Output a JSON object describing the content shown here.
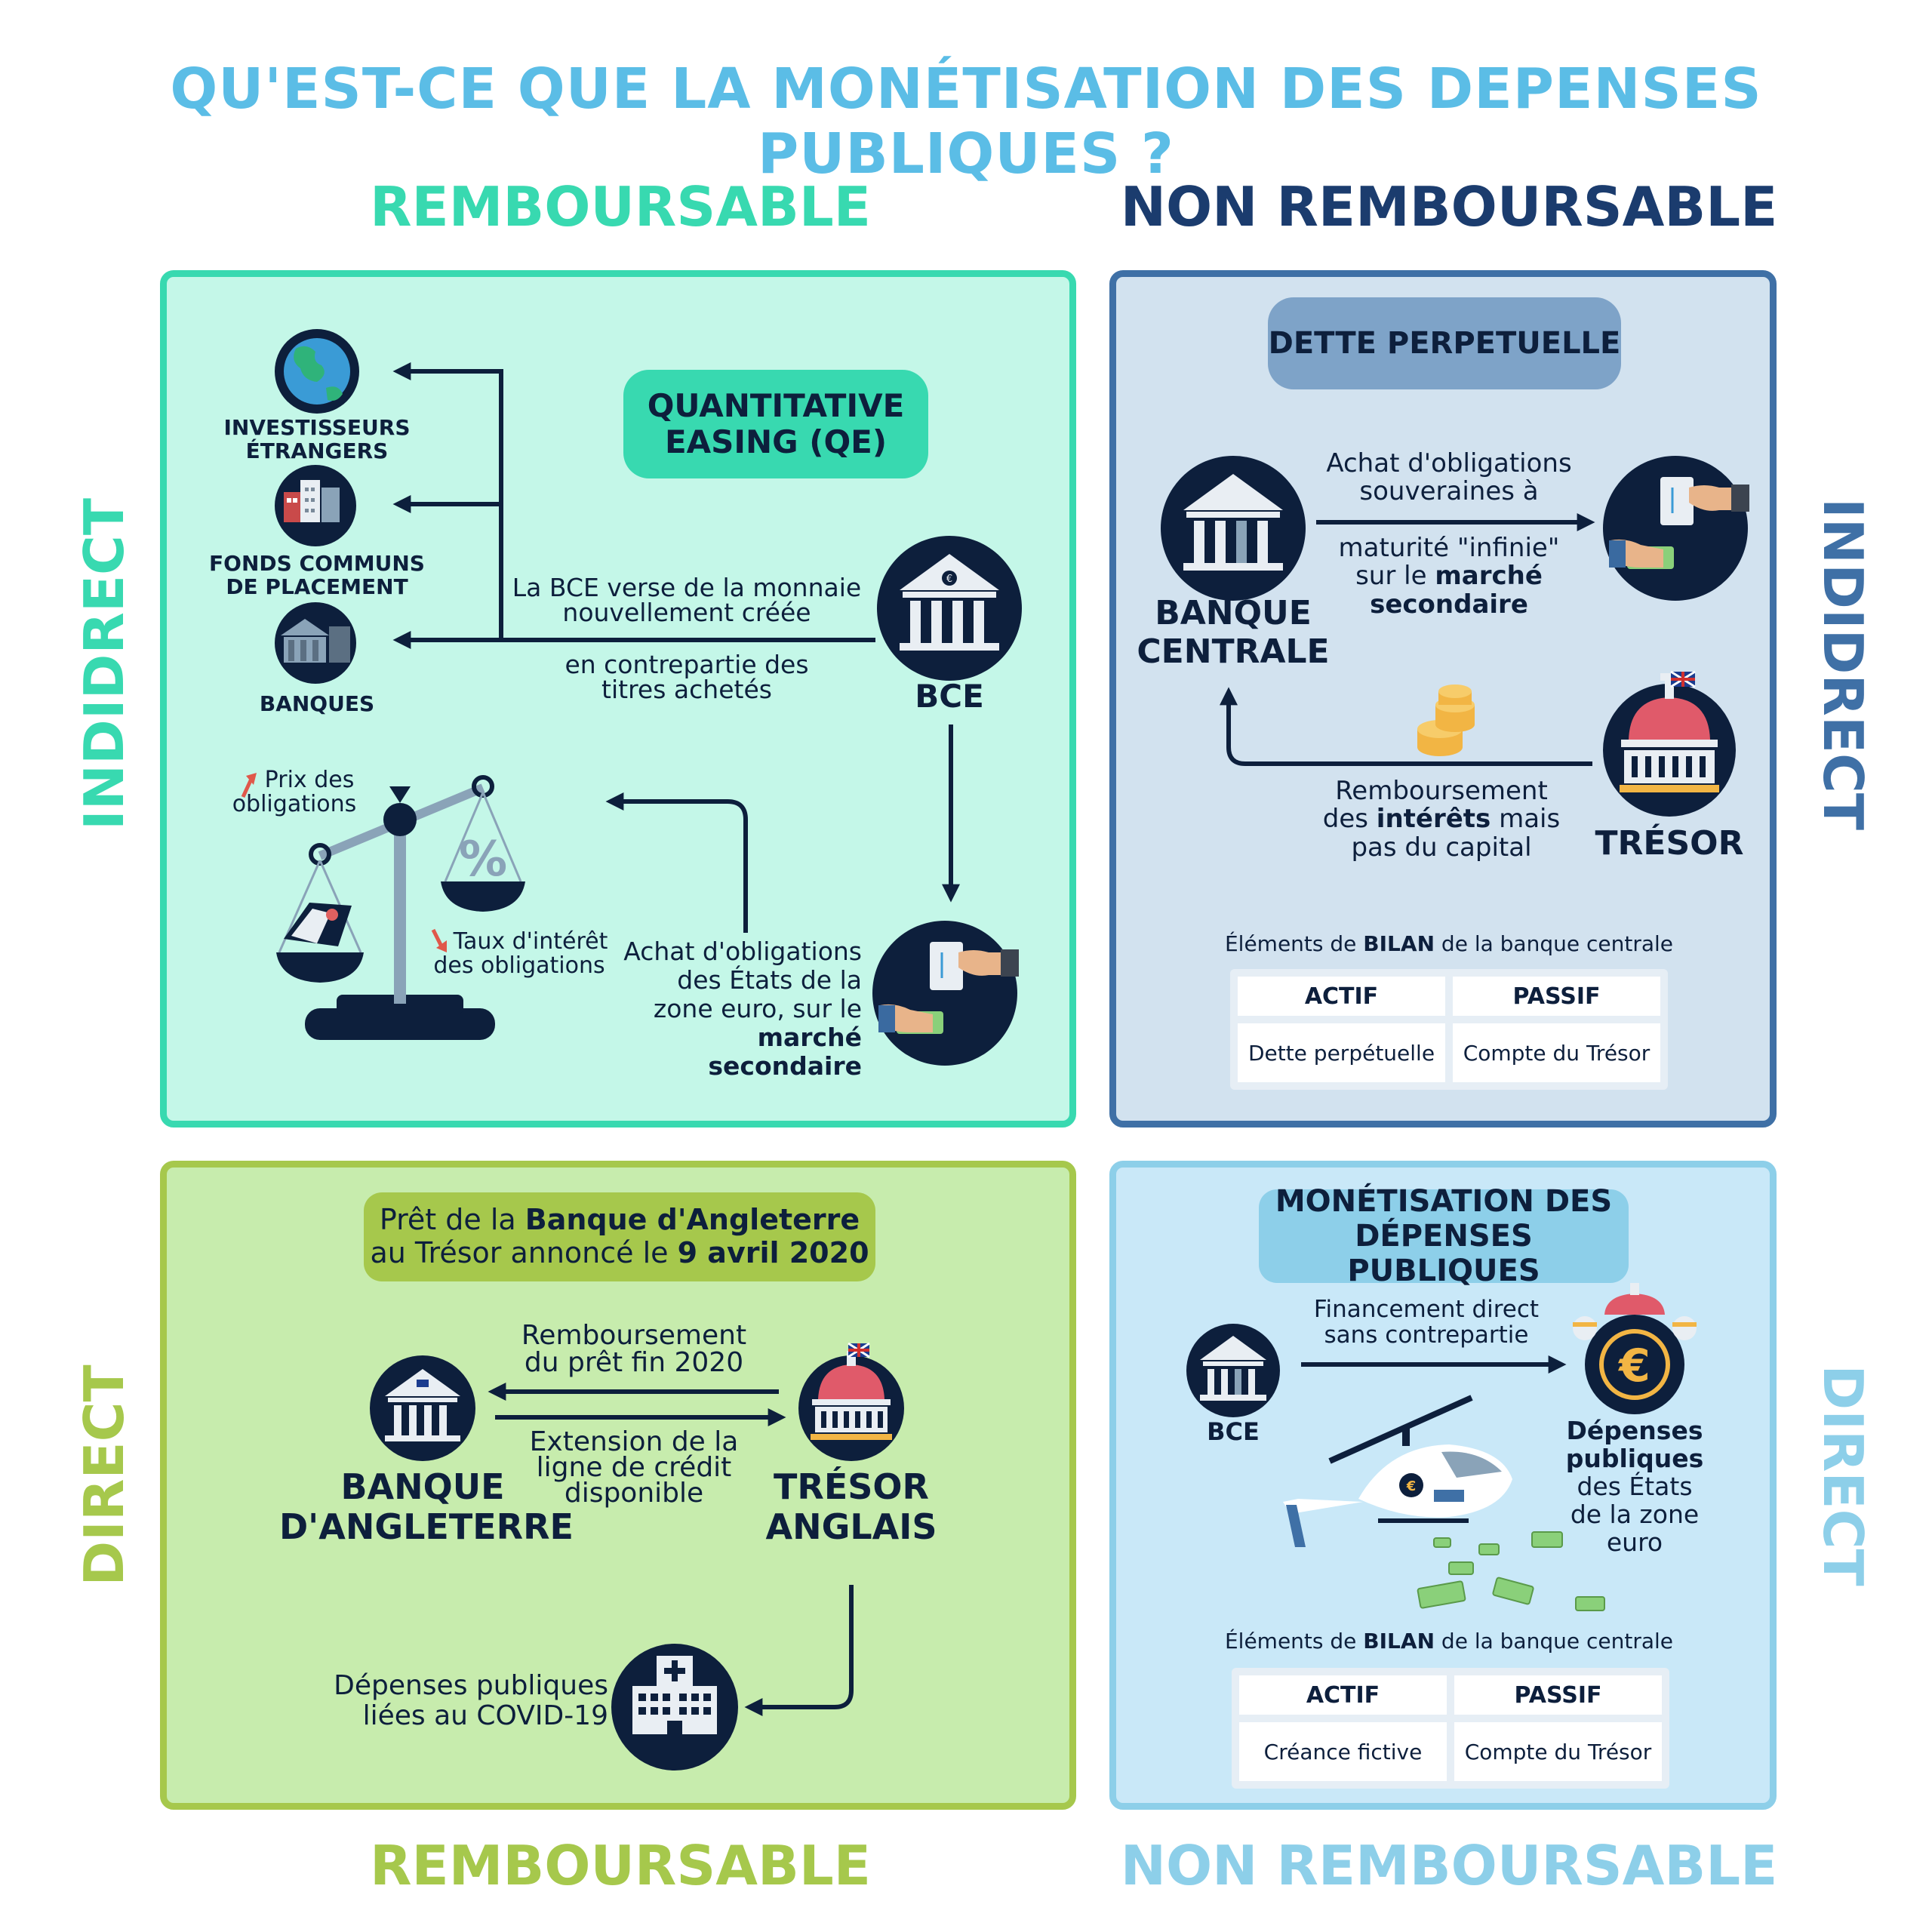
{
  "title": "QU'EST-CE QUE LA MONÉTISATION DES DEPENSES PUBLIQUES ?",
  "columns": {
    "left_top": "REMBOURSABLE",
    "right_top": "NON REMBOURSABLE",
    "left_bottom": "REMBOURSABLE",
    "right_bottom": "NON REMBOURSABLE"
  },
  "rows": {
    "left_top": "INDIDRECT",
    "right_top": "INDIDRECT",
    "left_bottom": "DIRECT",
    "right_bottom": "DIRECT"
  },
  "colors": {
    "title": "#5bbde6",
    "teal": "#38d9b0",
    "teal_bg": "#c4f7e8",
    "navy": "#1b3c6e",
    "steel": "#3f70a6",
    "steel_bg": "#d2e2ef",
    "green": "#a6c84c",
    "green_bg": "#c7ecad",
    "sky": "#8dcfe9",
    "sky_bg": "#c9e8f8",
    "dark": "#0d1f3c"
  },
  "qe": {
    "pill_line1": "QUANTITATIVE",
    "pill_line2": "EASING (QE)",
    "investors": [
      "INVESTISSEURS",
      "ÉTRANGERS"
    ],
    "funds": [
      "FONDS COMMUNS",
      "DE PLACEMENT"
    ],
    "banks": "BANQUES",
    "bce": "BCE",
    "flow_top_1": "La BCE verse de la monnaie",
    "flow_top_2": "nouvellement créée",
    "flow_bottom_1": "en contrepartie des",
    "flow_bottom_2": "titres achetés",
    "price_1": "Prix des",
    "price_2": "obligations",
    "rate_1": "Taux d'intérêt",
    "rate_2": "des obligations",
    "purchase_1": "Achat d'obligations",
    "purchase_2": "des États de la",
    "purchase_3": "zone euro, sur le",
    "purchase_4": "marché secondaire"
  },
  "perpetual": {
    "pill": "DETTE PERPETUELLE",
    "central_bank": [
      "BANQUE",
      "CENTRALE"
    ],
    "purchase_1": "Achat d'obligations",
    "purchase_2": "souveraines à",
    "maturity_1": "maturité \"infinie\"",
    "maturity_2a": "sur le ",
    "maturity_2b": "marché",
    "maturity_3": "secondaire",
    "treasury": "TRÉSOR",
    "repay_1": "Remboursement",
    "repay_2a": "des ",
    "repay_2b": "intérêts",
    "repay_2c": " mais",
    "repay_3": "pas du capital",
    "bilan_a": "Éléments de ",
    "bilan_b": "BILAN",
    "bilan_c": " de la banque centrale",
    "actif": "ACTIF",
    "passif": "PASSIF",
    "actif_val": "Dette perpétuelle",
    "passif_val": "Compte du Trésor"
  },
  "boe": {
    "pill_1a": "Prêt de la ",
    "pill_1b": "Banque d'Angleterre",
    "pill_2a": "au Trésor annoncé le ",
    "pill_2b": "9 avril 2020",
    "bank": [
      "BANQUE",
      "D'ANGLETERRE"
    ],
    "treasury": [
      "TRÉSOR",
      "ANGLAIS"
    ],
    "repay_1": "Remboursement",
    "repay_2": "du prêt fin 2020",
    "ext_1": "Extension de la",
    "ext_2": "ligne de crédit",
    "ext_3": "disponible",
    "covid_1": "Dépenses publiques",
    "covid_2": "liées au COVID-19"
  },
  "monet": {
    "pill_1": "MONÉTISATION DES",
    "pill_2": "DÉPENSES PUBLIQUES",
    "bce": "BCE",
    "fin_1": "Financement direct",
    "fin_2": "sans contrepartie",
    "spend_1": "Dépenses",
    "spend_2": "publiques",
    "spend_3": "des États",
    "spend_4": "de la zone",
    "spend_5": "euro",
    "bilan_a": "Éléments de ",
    "bilan_b": "BILAN",
    "bilan_c": " de la banque centrale",
    "actif": "ACTIF",
    "passif": "PASSIF",
    "actif_val": "Créance fictive",
    "passif_val": "Compte du Trésor"
  }
}
